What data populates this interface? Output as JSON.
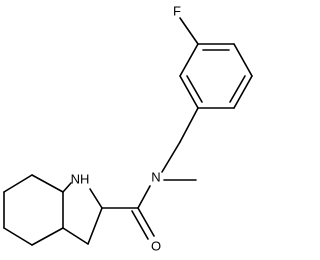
{
  "molecule": {
    "atoms": {
      "fluorine": "F",
      "amine_nh": "NH",
      "amide_n": "N",
      "carbonyl_o": "O"
    }
  }
}
